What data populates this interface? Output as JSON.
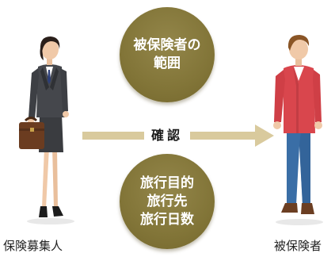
{
  "diagram": {
    "scope_circle": {
      "lines": [
        "被保険者の",
        "範囲"
      ]
    },
    "purpose_circle": {
      "lines": [
        "旅行目的",
        "旅行先",
        "旅行日数"
      ]
    },
    "arrow_label": "確認",
    "agent": {
      "caption": "保険募集人"
    },
    "insured": {
      "caption": "被保険者"
    }
  },
  "colors": {
    "circle_fill": "#827538",
    "arrow": "#d9ca9d",
    "agent_suit": "#3e4044",
    "insured_sweater": "#d9464d",
    "insured_pants": "#3a6ea6"
  }
}
